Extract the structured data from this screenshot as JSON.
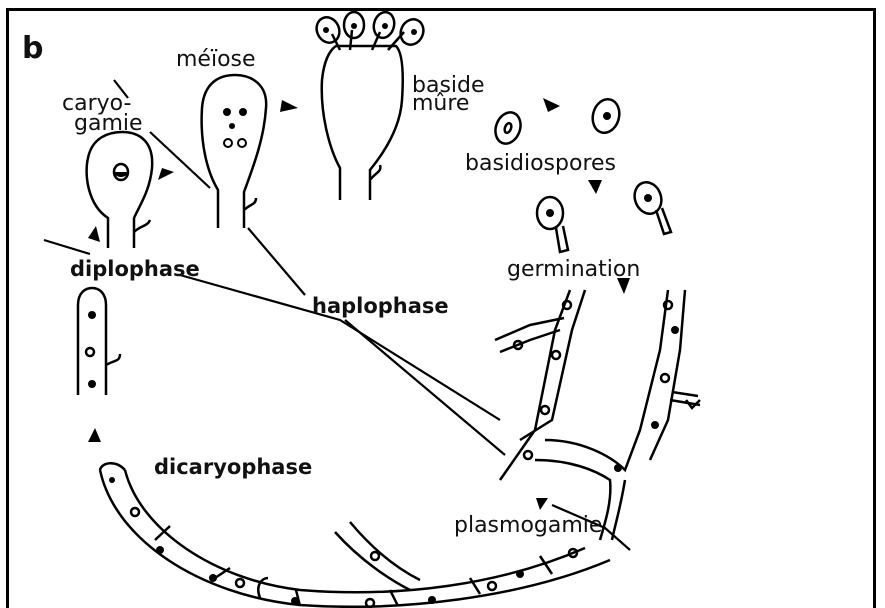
{
  "figure_letter": "b",
  "labels": {
    "meiose": "méïose",
    "caryo_1": "caryo-",
    "caryo_2": "gamie",
    "baside_1": "baside",
    "baside_2": "mûre",
    "basidiospores": "basidiospores",
    "diplophase": "diplophase",
    "germination": "germination",
    "haplophase": "haplophase",
    "dicaryophase": "dicaryophase",
    "plasmogamie": "plasmogamie"
  }
}
